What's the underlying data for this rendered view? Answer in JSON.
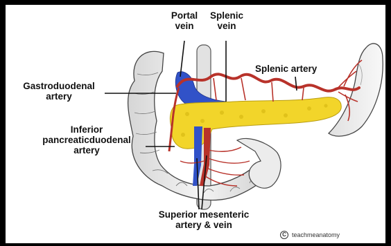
{
  "labels": {
    "portal_vein": [
      "Portal",
      "vein"
    ],
    "splenic_vein": [
      "Splenic",
      "vein"
    ],
    "splenic_artery": "Splenic artery",
    "gastroduodenal_artery": [
      "Gastroduodenal",
      "artery"
    ],
    "inferior_pancreaticoduodenal_artery": [
      "Inferior",
      "pancreaticduodenal",
      "artery"
    ],
    "superior_mesenteric": [
      "Superior mesenteric",
      "artery & vein"
    ]
  },
  "credit": {
    "symbol": "C",
    "text": "teachmeanatomy"
  },
  "colors": {
    "pancreas": "#f2d52a",
    "artery": "#b8322a",
    "vein": "#3152c8",
    "duodenum": "#e9e9e9",
    "outline": "#4a4a4a"
  },
  "icons": [
    "copyright-icon"
  ]
}
